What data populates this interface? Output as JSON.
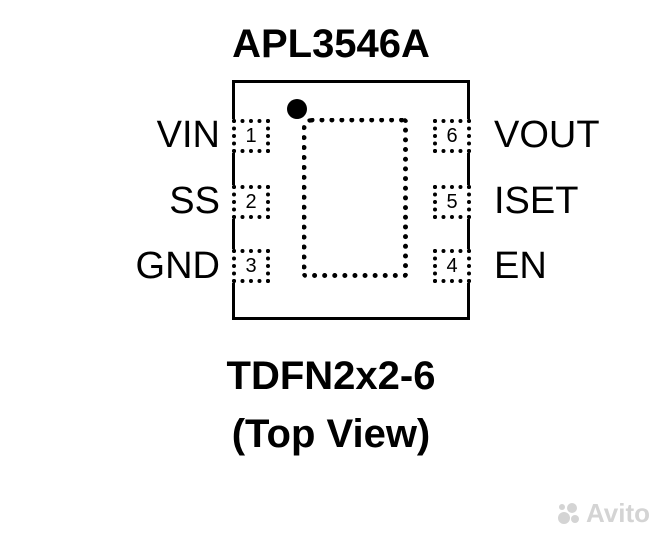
{
  "title": "APL3546A",
  "package_name": "TDFN2x2-6",
  "view_label": "(Top View)",
  "pins": [
    {
      "number": "1",
      "name": "VIN"
    },
    {
      "number": "2",
      "name": "SS"
    },
    {
      "number": "3",
      "name": "GND"
    },
    {
      "number": "4",
      "name": "EN"
    },
    {
      "number": "5",
      "name": "ISET"
    },
    {
      "number": "6",
      "name": "VOUT"
    }
  ],
  "watermark": {
    "text": "Avito",
    "color": "#d4d4d4"
  }
}
